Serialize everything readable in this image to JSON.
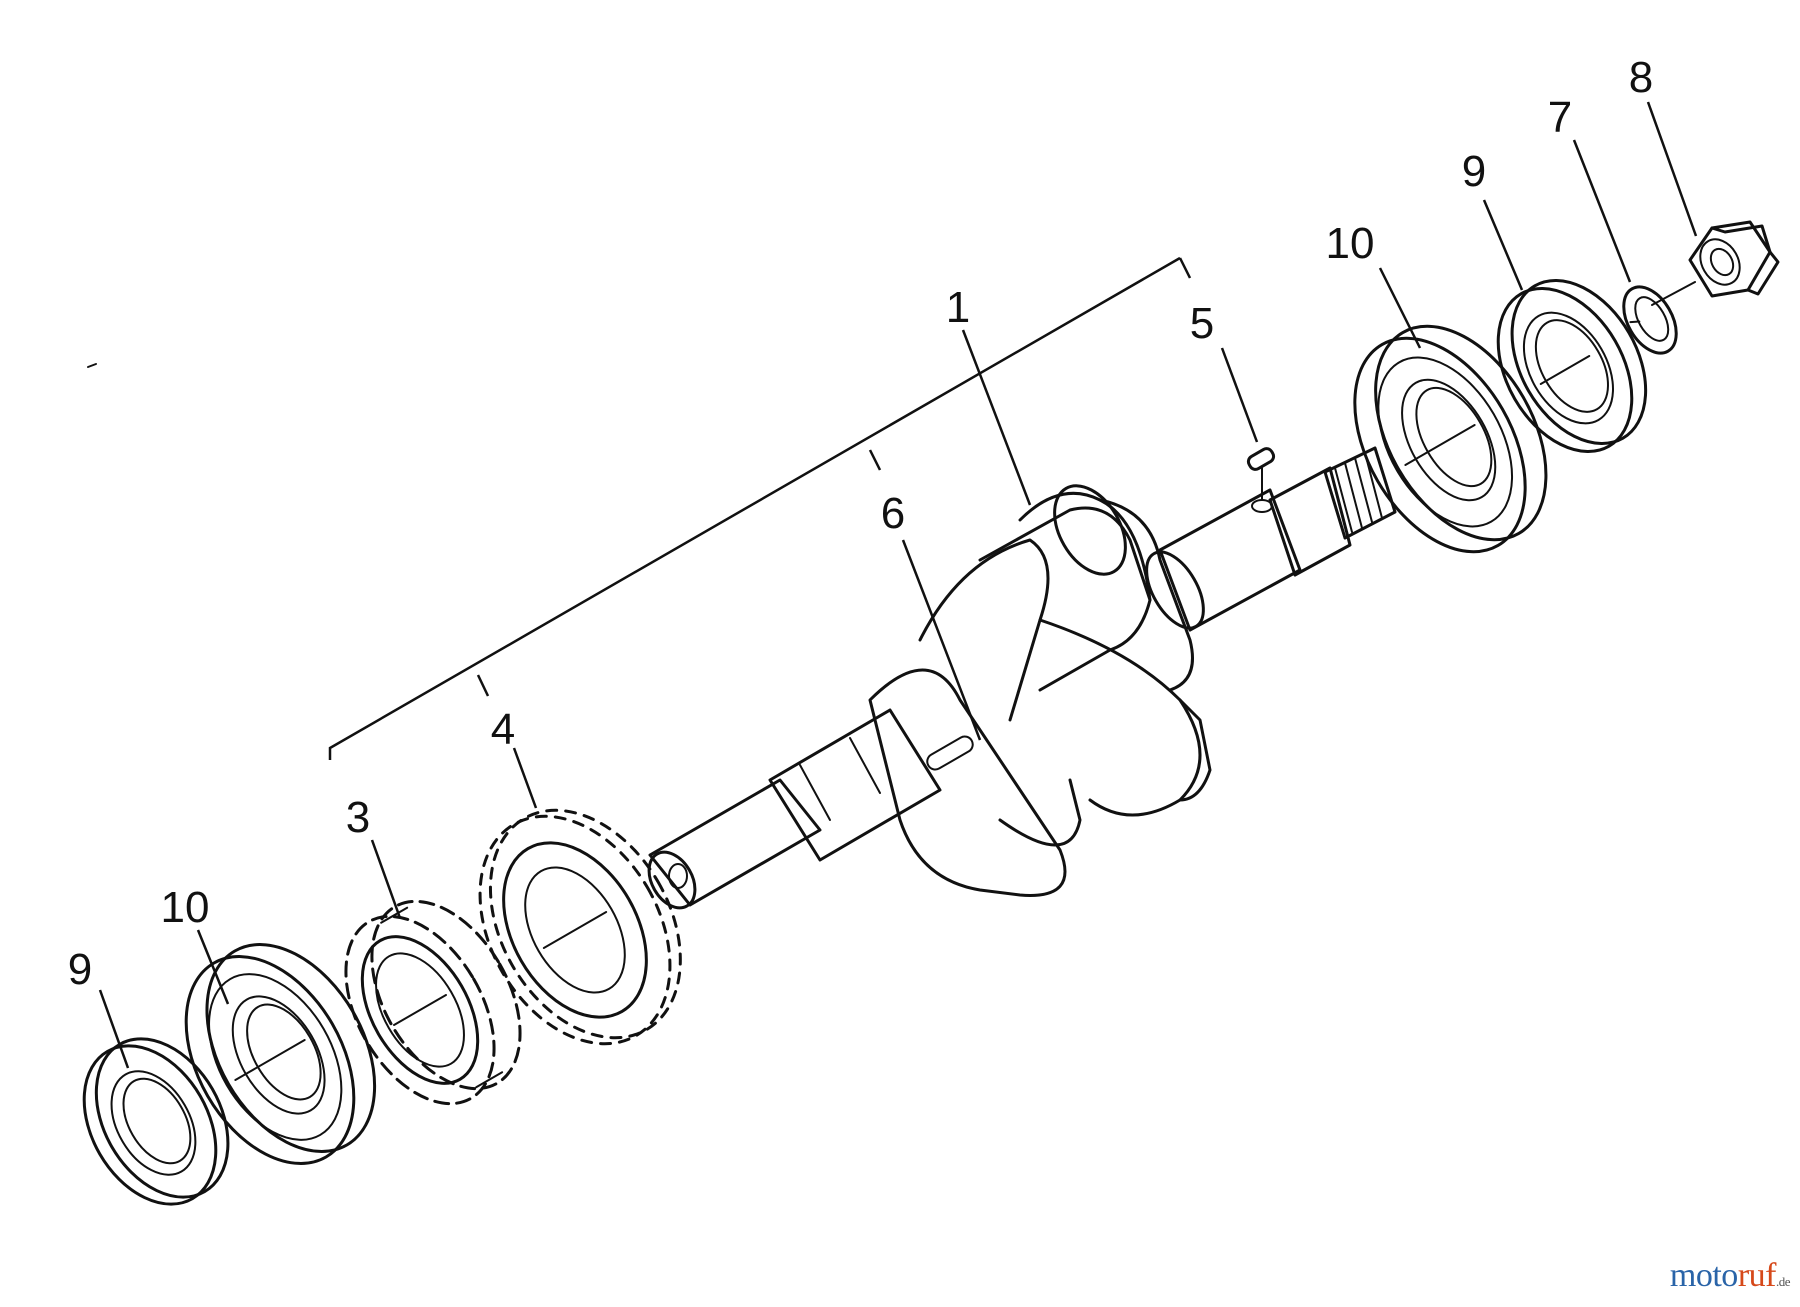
{
  "parts": [
    {
      "id": "p1",
      "label": "1"
    },
    {
      "id": "p3",
      "label": "3"
    },
    {
      "id": "p4",
      "label": "4"
    },
    {
      "id": "p5",
      "label": "5"
    },
    {
      "id": "p6",
      "label": "6"
    },
    {
      "id": "p7",
      "label": "7"
    },
    {
      "id": "p8",
      "label": "8"
    },
    {
      "id": "p9a",
      "label": "9"
    },
    {
      "id": "p9b",
      "label": "9"
    },
    {
      "id": "p10a",
      "label": "10"
    },
    {
      "id": "p10b",
      "label": "10"
    }
  ],
  "watermark": {
    "text_a": "moto",
    "text_b": "ruf",
    "text_c": ".de",
    "color": "#2a64a8",
    "accent_color": "#d6491a"
  }
}
